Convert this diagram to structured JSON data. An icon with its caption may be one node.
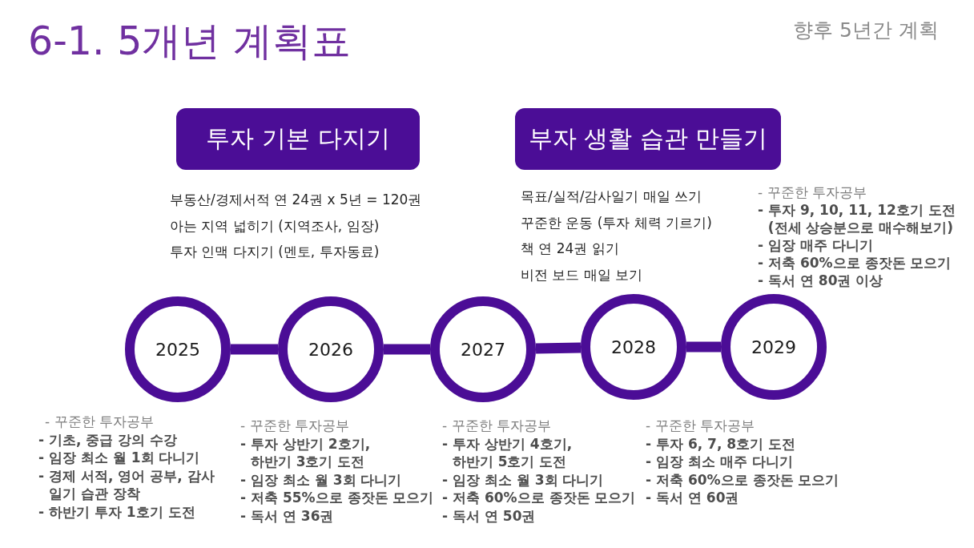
{
  "diagram": {
    "title": "6-1. 5개년 계획표",
    "nodes": [
      {
        "text": [
          "투자 기본 다지기"
        ],
        "beside": [
          "부동산/경제서적 연 24권 x 5년 = 120권",
          "아는 지역 넓히기 (지역조사, 임장)",
          "투자 인맥 다지기 (멘토, 투자동료)"
        ]
      },
      {
        "text": [
          "부자 생활 습관 만들기"
        ],
        "beside": [
          "목표/실적/감사일기 매일 쓰기",
          "꾸준한 운동 (투자 체력 기르기)",
          "책 연 24권 읽기",
          "비전 보드 매일 보기"
        ]
      },
      {
        "text": [
          "2025"
        ],
        "beside": [
          "- 꾸준한 투자공부",
          "- 기초, 중급 강의 수강",
          "- 임장 최소 월 1회 다니기",
          "- 경제 서적, 영어 공부, 감사 일기 습관 장착",
          "- 하반기 투자 1호기 도전"
        ]
      },
      {
        "text": [
          "2026"
        ],
        "beside": [
          "- 꾸준한 투자공부",
          "- 투자 상반기 2호기, 하반기 3호기 도전",
          "- 임장 최소 월 3회 다니기",
          "- 저축 55%으로 종잣돈 모으기",
          "- 독서 연 36권"
        ]
      },
      {
        "text": [
          "2027"
        ],
        "beside": [
          "- 꾸준한 투자공부",
          "- 투자 상반기 4호기, 하반기 5호기 도전",
          "- 임장 최소 월 3회 다니기",
          "- 저축 60%으로 종잣돈 모으기",
          "- 독서 연 50권"
        ]
      },
      {
        "text": [
          "2028"
        ],
        "beside": [
          "- 꾸준한 투자공부",
          "- 투자 6, 7, 8호기 도전",
          "- 임장 최소 매주 다니기",
          "- 저축 60%으로 종잣돈 모으기",
          "- 독서 연 60권"
        ]
      },
      {
        "text": [
          "2029"
        ],
        "beside": [
          "- 꾸준한 투자공부",
          "- 투자 9, 10, 11, 12호기 도전 (전세 상승분으로 매수해보기)",
          "- 임장 매주 다니기",
          "- 저축 60%으로 종잣돈 모으기",
          "- 독서 연 80권 이상"
        ]
      }
    ],
    "edges": [
      {
        "from": 2,
        "to": 3,
        "arrow": "none"
      },
      {
        "from": 3,
        "to": 4,
        "arrow": "none"
      },
      {
        "from": 4,
        "to": 5,
        "arrow": "none"
      },
      {
        "from": 5,
        "to": 6,
        "arrow": "none"
      }
    ],
    "labels": [
      "향후 5년간 계획"
    ]
  }
}
